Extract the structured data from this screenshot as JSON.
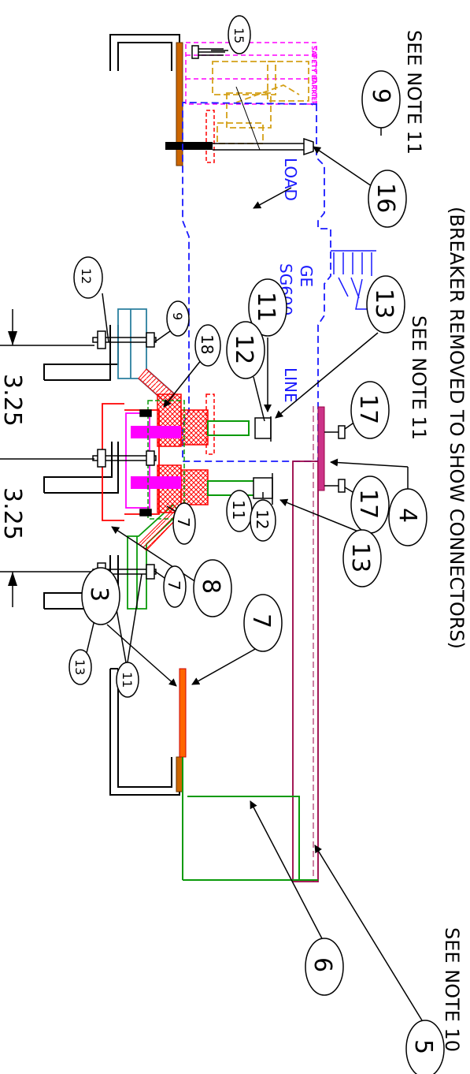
{
  "notes": {
    "title": "(BREAKER REMOVED TO SHOW CONNECTORS)",
    "see_note_11_top": "SEE NOTE 11",
    "see_note_11_mid": "SEE NOTE 11",
    "see_note_10": "SEE NOTE 10"
  },
  "labels": {
    "load": "LOAD",
    "line": "LINE",
    "breaker_make": "GE",
    "breaker_model": "SG600",
    "safety_barrier": "SAFETY BARRIER"
  },
  "dimensions": {
    "dim_1": "3.25",
    "dim_2": "3.25"
  },
  "balloons": {
    "b15": "15",
    "b9_top": "9",
    "b16": "16",
    "b13_top": "13",
    "b11_mid": "11",
    "b12_mid": "12",
    "b17_a": "17",
    "b17_b": "17",
    "b4": "4",
    "b13_right": "13",
    "b11_low": "11",
    "b12_low": "12",
    "b18": "18",
    "b12_left": "12",
    "b9_left": "9",
    "b7_center": "7",
    "b8": "8",
    "b7_left": "7",
    "b13_left": "13",
    "b11_left": "11",
    "b7_big": "7",
    "b3": "3",
    "b6": "6",
    "b5": "5"
  },
  "colors": {
    "line_black": "#000000",
    "breaker_blue": "#1a1aff",
    "barrier_magenta": "#ff00ff",
    "component_gold": "#d4a017",
    "bus_green": "#0a9a0a",
    "hatch_red": "#ff0000",
    "support_maroon": "#990044",
    "bracket_teal": "#2a7f9f",
    "shelf_orange": "#cc6600"
  }
}
